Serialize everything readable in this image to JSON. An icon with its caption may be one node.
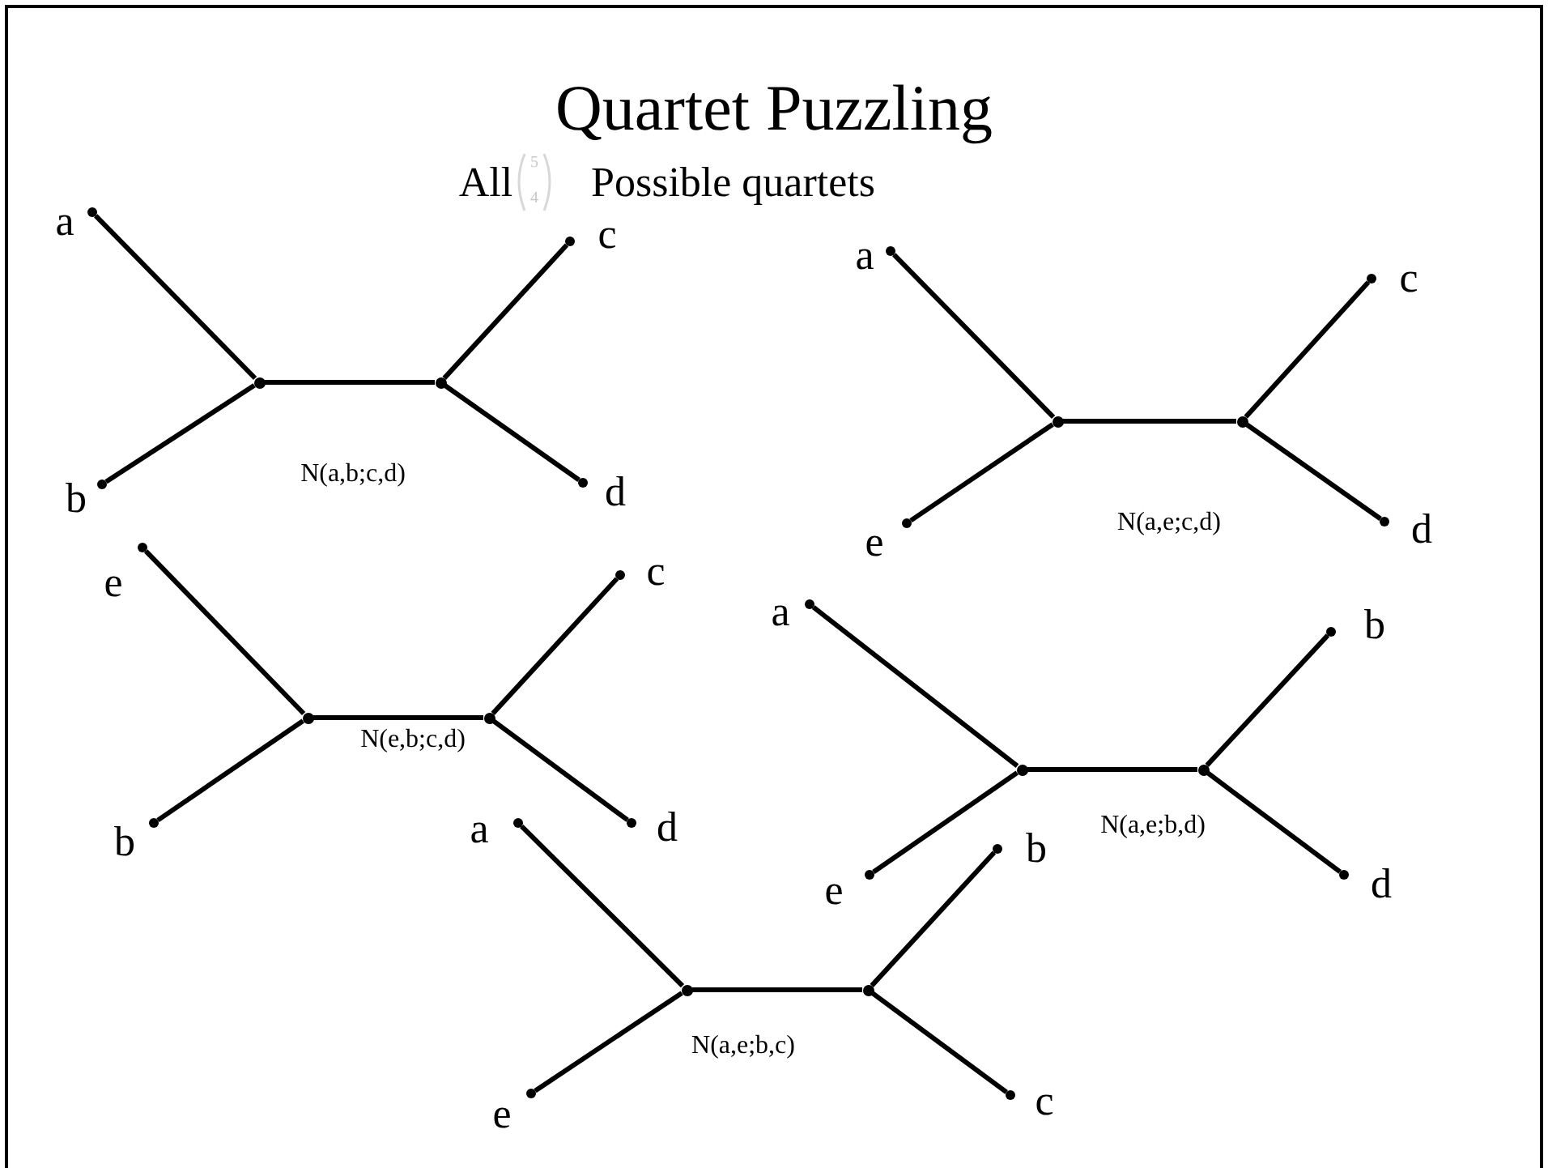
{
  "diagram": {
    "title": "Quartet Puzzling",
    "nodes": [
      {
        "text": [
          "a"
        ]
      },
      {
        "text": [
          "c"
        ]
      },
      {
        "text": [],
        "shape": "circle"
      },
      {
        "text": [],
        "shape": "circle"
      },
      {
        "text": [
          "b"
        ]
      },
      {
        "text": [
          "d"
        ]
      },
      {
        "text": [
          "a"
        ]
      },
      {
        "text": [
          "c"
        ]
      },
      {
        "text": [],
        "shape": "circle"
      },
      {
        "text": [],
        "shape": "circle"
      },
      {
        "text": [
          "e"
        ]
      },
      {
        "text": [
          "d"
        ]
      },
      {
        "text": [
          "e"
        ]
      },
      {
        "text": [
          "c"
        ]
      },
      {
        "text": [],
        "shape": "circle"
      },
      {
        "text": [],
        "shape": "circle"
      },
      {
        "text": [
          "b"
        ]
      },
      {
        "text": [
          "d"
        ]
      },
      {
        "text": [
          "a"
        ]
      },
      {
        "text": [
          "b"
        ]
      },
      {
        "text": [],
        "shape": "circle"
      },
      {
        "text": [],
        "shape": "circle"
      },
      {
        "text": [
          "e"
        ]
      },
      {
        "text": [
          "d"
        ]
      },
      {
        "text": [
          "a"
        ]
      },
      {
        "text": [
          "b"
        ]
      },
      {
        "text": [],
        "shape": "circle"
      },
      {
        "text": [],
        "shape": "circle"
      },
      {
        "text": [
          "e"
        ]
      },
      {
        "text": [
          "c"
        ]
      }
    ],
    "edges": [
      {
        "from": 0,
        "to": 2,
        "arrow": "none"
      },
      {
        "from": 4,
        "to": 2,
        "arrow": "none"
      },
      {
        "from": 2,
        "to": 3,
        "arrow": "none"
      },
      {
        "from": 1,
        "to": 3,
        "arrow": "none"
      },
      {
        "from": 5,
        "to": 3,
        "arrow": "none"
      },
      {
        "from": 6,
        "to": 8,
        "arrow": "none"
      },
      {
        "from": 10,
        "to": 8,
        "arrow": "none"
      },
      {
        "from": 8,
        "to": 9,
        "arrow": "none"
      },
      {
        "from": 7,
        "to": 9,
        "arrow": "none"
      },
      {
        "from": 11,
        "to": 9,
        "arrow": "none"
      },
      {
        "from": 12,
        "to": 14,
        "arrow": "none"
      },
      {
        "from": 16,
        "to": 14,
        "arrow": "none"
      },
      {
        "from": 14,
        "to": 15,
        "arrow": "none"
      },
      {
        "from": 13,
        "to": 15,
        "arrow": "none"
      },
      {
        "from": 17,
        "to": 15,
        "arrow": "none"
      },
      {
        "from": 18,
        "to": 20,
        "arrow": "none"
      },
      {
        "from": 22,
        "to": 20,
        "arrow": "none"
      },
      {
        "from": 20,
        "to": 21,
        "arrow": "none"
      },
      {
        "from": 19,
        "to": 21,
        "arrow": "none"
      },
      {
        "from": 23,
        "to": 21,
        "arrow": "none"
      },
      {
        "from": 24,
        "to": 26,
        "arrow": "none"
      },
      {
        "from": 28,
        "to": 26,
        "arrow": "none"
      },
      {
        "from": 26,
        "to": 27,
        "arrow": "none"
      },
      {
        "from": 25,
        "to": 27,
        "arrow": "none"
      },
      {
        "from": 29,
        "to": 27,
        "arrow": "none"
      }
    ],
    "labels": [
      "All",
      "5",
      "4",
      "Possible quartets",
      "N(a,b;c,d)",
      "N(a,e;c,d)",
      "N(e,b;c,d)",
      "N(a,e;b,d)",
      "N(a,e;b,c)"
    ]
  }
}
